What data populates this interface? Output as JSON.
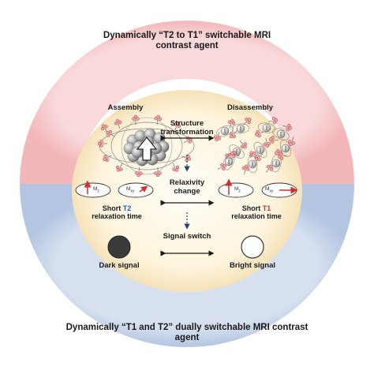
{
  "title_top": "Dynamically “T2 to T1” switchable MRI contrast agent",
  "title_bottom": "Dynamically “T1 and T2” dually switchable MRI contrast agent",
  "left": {
    "state_label": "Assembly",
    "moment_label": "M",
    "moment_sub": "z",
    "moment2_label": "M",
    "moment2_sub": "xy",
    "relax_prefix": "Short ",
    "relax_highlight": "T2",
    "relax_suffix": "relaxation time",
    "signal_label": "Dark signal"
  },
  "right": {
    "state_label": "Disassembly",
    "moment_label": "M",
    "moment_sub": "z",
    "moment2_label": "M",
    "moment2_sub": "xy",
    "relax_prefix": "Short ",
    "relax_highlight": "T1",
    "relax_suffix": "relaxation time",
    "signal_label": "Bright signal"
  },
  "center": {
    "step1": "Structure transformation",
    "step2": "Relaxivity change",
    "step3": "Signal switch"
  },
  "colors": {
    "ring_top": "#f6c7c9",
    "ring_bottom": "#c4d2e8",
    "disc_center": "#fffbef",
    "disc_edge": "#f7e6c4",
    "t2_color": "#1565c0",
    "t1_color": "#d32f2f",
    "arrow_dashed": "#1f3f73"
  }
}
